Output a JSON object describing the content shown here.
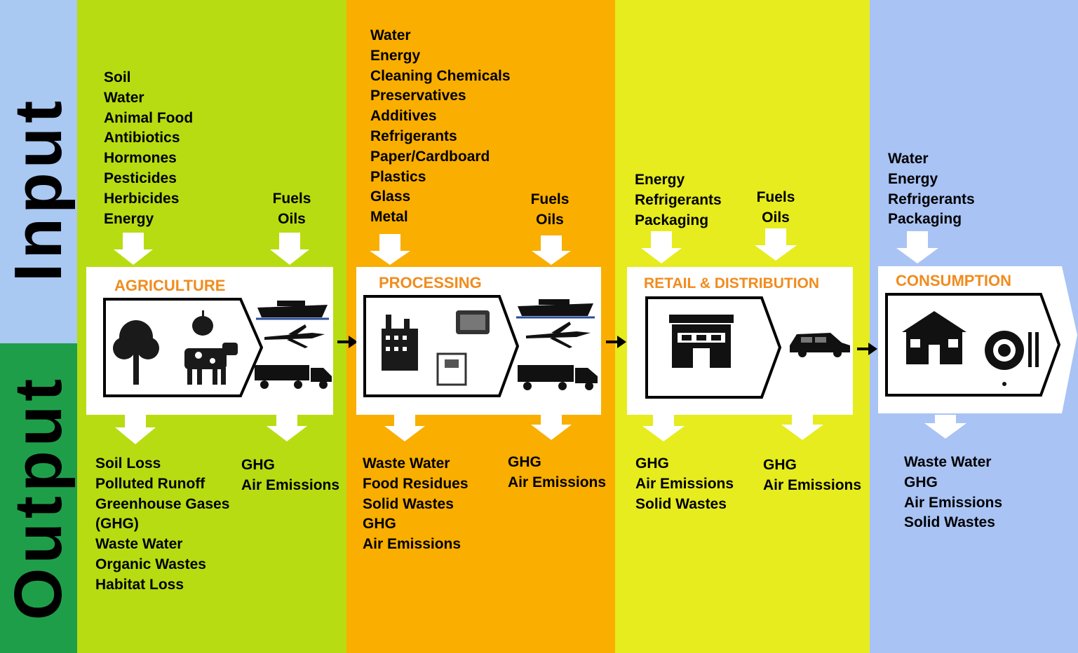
{
  "sides": {
    "input": "Input",
    "output": "Output"
  },
  "colors": {
    "agriculture": "#b7dc12",
    "processing": "#f9ae00",
    "retail": "#e6ec1e",
    "consumption": "#a9c3f5",
    "input_band": "#a9c8f2",
    "output_band": "#1f9e4a",
    "title": "#f08c1e"
  },
  "stages": [
    {
      "title": "AGRICULTURE",
      "inputs_main": [
        "Soil",
        "Water",
        "Animal Food",
        "Antibiotics",
        "Hormones",
        "Pesticides",
        "Herbicides",
        "Energy"
      ],
      "inputs_transport": [
        "Fuels",
        "Oils"
      ],
      "outputs_main": [
        "Soil Loss",
        "Polluted Runoff",
        "Greenhouse Gases",
        "(GHG)",
        "Waste Water",
        "Organic Wastes",
        "Habitat Loss"
      ],
      "outputs_transport": [
        "GHG",
        "Air Emissions"
      ],
      "icons": [
        "tree-icon",
        "apple-icon",
        "cow-icon",
        "ship-icon",
        "airplane-icon",
        "truck-icon"
      ]
    },
    {
      "title": "PROCESSING",
      "inputs_main": [
        "Water",
        "Energy",
        "Cleaning Chemicals",
        "Preservatives",
        "Additives",
        "Refrigerants",
        "Paper/Cardboard",
        "Plastics",
        "Glass",
        "Metal"
      ],
      "inputs_transport": [
        "Fuels",
        "Oils"
      ],
      "outputs_main": [
        "Waste Water",
        "Food Residues",
        "Solid Wastes",
        "GHG",
        "Air Emissions"
      ],
      "outputs_transport": [
        "GHG",
        "Air Emissions"
      ],
      "icons": [
        "factory-icon",
        "package-icon",
        "box-icon",
        "ship-icon",
        "airplane-icon",
        "truck-icon"
      ]
    },
    {
      "title": "RETAIL & DISTRIBUTION",
      "inputs_main": [
        "Energy",
        "Refrigerants",
        "Packaging"
      ],
      "inputs_transport": [
        "Fuels",
        "Oils"
      ],
      "outputs_main": [
        "GHG",
        "Air Emissions",
        "Solid Wastes"
      ],
      "outputs_transport": [
        "GHG",
        "Air Emissions"
      ],
      "icons": [
        "store-icon",
        "car-icon"
      ]
    },
    {
      "title": "CONSUMPTION",
      "inputs_main": [
        "Water",
        "Energy",
        "Refrigerants",
        "Packaging"
      ],
      "outputs_main": [
        "Waste Water",
        "GHG",
        "Air Emissions",
        "Solid Wastes"
      ],
      "icons": [
        "house-icon",
        "plate-icon"
      ]
    }
  ]
}
